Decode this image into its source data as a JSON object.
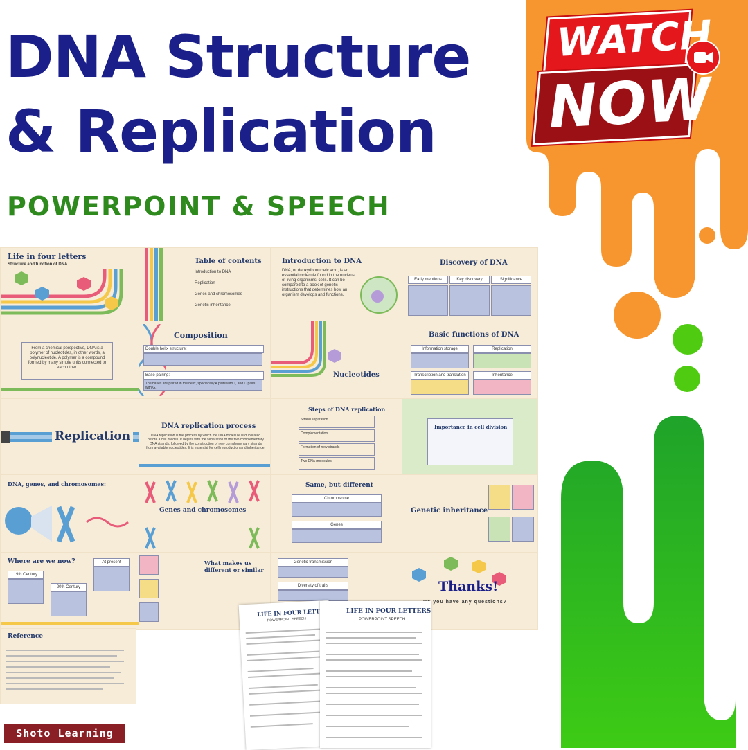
{
  "header": {
    "title_line1": "DNA Structure",
    "title_line2": "& Replication",
    "subtitle": "POWERPOINT & SPEECH"
  },
  "badge": {
    "word1": "WATCH",
    "word2": "NOW",
    "icon": "video-camera-icon"
  },
  "slides": {
    "cover": {
      "title": "Life in four letters",
      "subtitle": "Structure and function of DNA"
    },
    "toc": {
      "title": "Table of contents",
      "items": [
        "Introduction to DNA",
        "Replication",
        "Genes and chromosomes",
        "Genetic inheritance"
      ]
    },
    "intro": {
      "title": "Introduction to DNA",
      "text": "DNA, or deoxyribonucleic acid, is an essential molecule found in the nucleus of living organisms' cells. It can be compared to a book of genetic instructions that determines how an organism develops and functions."
    },
    "discovery": {
      "title": "Discovery of DNA",
      "columns": [
        "Early mentions",
        "Key discovery",
        "Significance"
      ]
    },
    "polymer": {
      "text": "From a chemical perspective, DNA is a polymer of nucleotides, in other words, a polynucleotide. A polymer is a compound formed by many simple units connected to each other."
    },
    "composition": {
      "title": "Composition",
      "label1": "Double helix structure:",
      "label2": "Base pairing:",
      "text2": "The bases are paired in the helix, specifically A pairs with T, and C pairs with G."
    },
    "nucleotides": {
      "title": "Nucleotides"
    },
    "basic_functions": {
      "title": "Basic functions of DNA",
      "items": [
        "Information storage",
        "Replication",
        "Transcription and translation",
        "Inheritance"
      ]
    },
    "replication": {
      "title": "Replication"
    },
    "replication_process": {
      "title": "DNA replication process",
      "text": "DNA replication is the process by which the DNA molecule is duplicated before a cell divides. It begins with the separation of the two complementary DNA strands, followed by the construction of new complementary strands from available nucleotides. It is essential for cell reproduction and inheritance."
    },
    "steps": {
      "title": "Steps of DNA replication",
      "items": [
        "Strand separation",
        "Complementation",
        "Formation of new strands",
        "Two DNA molecules"
      ]
    },
    "cell_division": {
      "title": "Importance in cell division"
    },
    "dna_genes": {
      "title": "DNA, genes, and chromosomes:"
    },
    "genes_chromosomes": {
      "title": "Genes and chromosomes"
    },
    "same_different": {
      "title": "Same, but different",
      "items": [
        "Chromosome",
        "Genes"
      ]
    },
    "genetic_inheritance": {
      "title": "Genetic inheritance"
    },
    "timeline": {
      "title": "Where are we now?",
      "items": [
        "19th Century",
        "20th Century",
        "At present"
      ]
    },
    "similar": {
      "title": "What makes us different or similar"
    },
    "transmission": {
      "items": [
        "Genetic transmission",
        "Diversity of traits"
      ]
    },
    "thanks": {
      "title": "Thanks!",
      "subtitle": "Do you have any questions?"
    },
    "reference": {
      "title": "Reference"
    }
  },
  "speech_doc": {
    "title": "LIFE IN FOUR LETTERS",
    "subtitle": "POWERPOINT SPEECH"
  },
  "brand": "Shoto Learning",
  "colors": {
    "title_blue": "#1b1f8a",
    "subtitle_green": "#2f8a1e",
    "badge_red": "#e4171c",
    "drip_orange": "#f7962e",
    "drip_green": "#3fbe1e",
    "brand_maroon": "#8a1f26",
    "slide_cream": "#f7ecd8"
  }
}
